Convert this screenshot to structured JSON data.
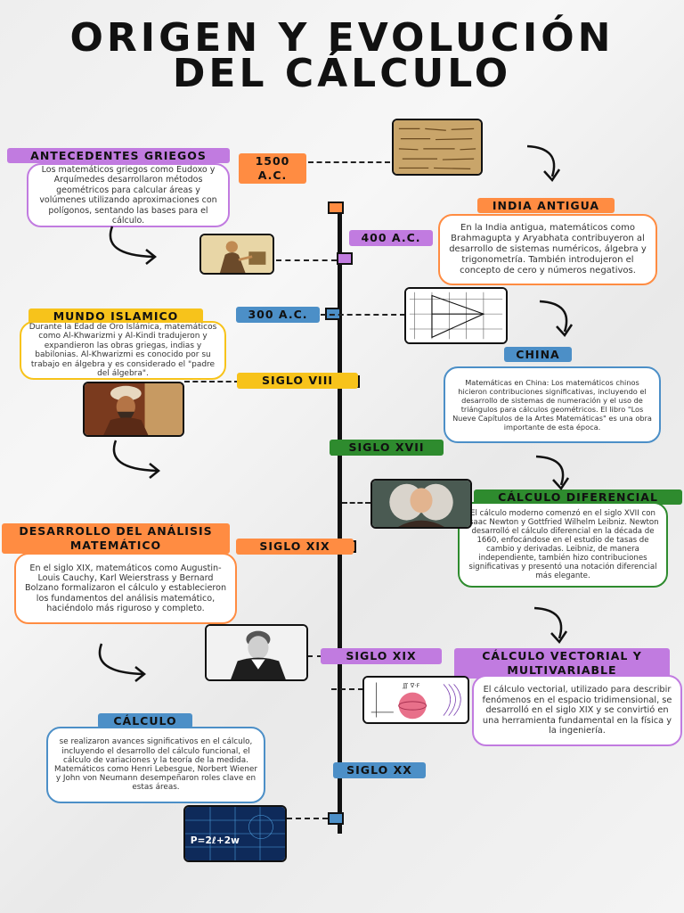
{
  "title": {
    "line1": "ORIGEN Y EVOLUCIÓN",
    "line2": "DEL CÁLCULO"
  },
  "colors": {
    "purple": "#c17be0",
    "orange": "#ff8c42",
    "blue": "#4c8fc7",
    "yellow": "#f7c31b",
    "green": "#2e8b2e",
    "line": "#111111"
  },
  "timeline": [
    {
      "label": "1500 A.C."
    },
    {
      "label": "400 A.C."
    },
    {
      "label": "300 A.C."
    },
    {
      "label": "SIGLO VIII"
    },
    {
      "label": "SIGLO XVII"
    },
    {
      "label": "SIGLO XIX"
    },
    {
      "label": "SIGLO XIX"
    },
    {
      "label": "SIGLO XX"
    }
  ],
  "sections": [
    {
      "heading": "ANTECEDENTES GRIEGOS",
      "text": "Los matemáticos griegos como Eudoxo y Arquímedes desarrollaron métodos geométricos para calcular áreas y volúmenes utilizando aproximaciones con polígonos, sentando las bases para el cálculo."
    },
    {
      "heading": "INDIA ANTIGUA",
      "text": "En la India antigua, matemáticos como Brahmagupta y Aryabhata contribuyeron al desarrollo de sistemas numéricos, álgebra y trigonometría. También introdujeron el concepto de cero y números negativos."
    },
    {
      "heading": "MUNDO ISLAMICO",
      "text": "Durante la Edad de Oro Islámica, matemáticos como Al-Khwarizmi y Al-Kindi tradujeron y expandieron las obras griegas, indias y babilonias. Al-Khwarizmi es conocido por su trabajo en álgebra y es considerado el \"padre del álgebra\"."
    },
    {
      "heading": "CHINA",
      "text": "Matemáticas en China: Los matemáticos chinos hicieron contribuciones significativas, incluyendo el desarrollo de sistemas de numeración y el uso de triángulos para cálculos geométricos. El libro \"Los Nueve Capítulos de la Artes Matemáticas\" es una obra importante de esta época."
    },
    {
      "heading": "CÁLCULO DIFERENCIAL",
      "text": "El cálculo moderno comenzó en el siglo XVII con Isaac Newton y Gottfried Wilhelm Leibniz. Newton desarrolló el cálculo diferencial en la década de 1660, enfocándose en el estudio de tasas de cambio y derivadas. Leibniz, de manera independiente, también hizo contribuciones significativas y presentó una notación diferencial más elegante."
    },
    {
      "heading": "DESARROLLO DEL ANÁLISIS MATEMÁTICO",
      "text": "En el siglo XIX, matemáticos como Augustin-Louis Cauchy, Karl Weierstrass y Bernard Bolzano formalizaron el cálculo y establecieron los fundamentos del análisis matemático, haciéndolo más riguroso y completo."
    },
    {
      "heading": "CÁLCULO VECTORIAL Y MULTIVARIABLE",
      "text": "El cálculo vectorial, utilizado para describir fenómenos en el espacio tridimensional, se desarrolló en el siglo XIX y se convirtió en una herramienta fundamental en la física y la ingeniería."
    },
    {
      "heading": "CÁLCULO",
      "text": "se realizaron avances significativos en el cálculo, incluyendo el desarrollo del cálculo funcional, el cálculo de variaciones y la teoría de la medida. Matemáticos como Henri Lebesgue, Norbert Wiener y John von Neumann desempeñaron roles clave en estas áreas."
    }
  ],
  "images": [
    {
      "name": "babylonian-tablet-image"
    },
    {
      "name": "greek-mathematician-image"
    },
    {
      "name": "geometry-diagram-image"
    },
    {
      "name": "al-khwarizmi-portrait-image"
    },
    {
      "name": "newton-portrait-image"
    },
    {
      "name": "cauchy-portrait-image"
    },
    {
      "name": "vector-calculus-image"
    },
    {
      "name": "formula-blackboard-image",
      "formula": "P=2ℓ+2w"
    }
  ],
  "icons": [
    "curved-arrow-icon"
  ]
}
